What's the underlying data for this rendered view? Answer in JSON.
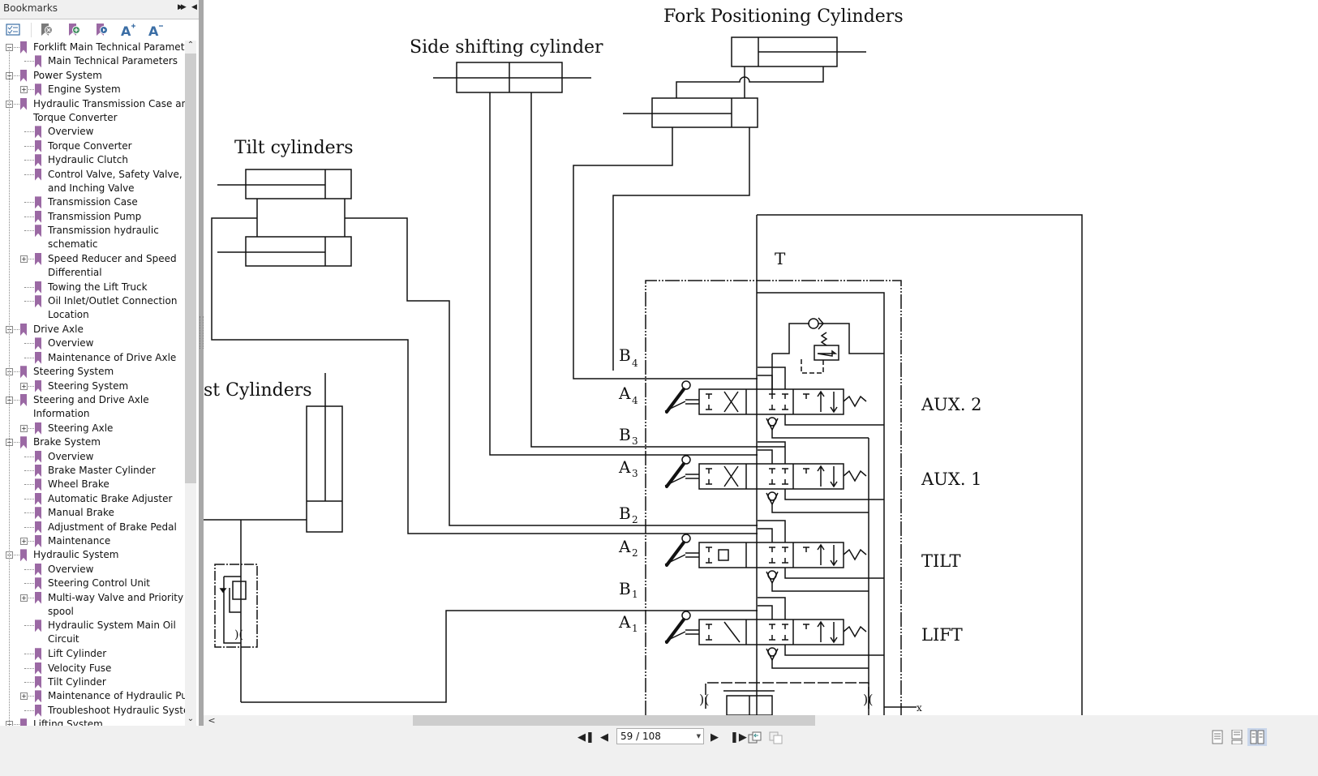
{
  "sidebar": {
    "title": "Bookmarks",
    "expand_icon": "double-right-arrow",
    "collapse_icon": "left-triangle",
    "toolbar": [
      {
        "name": "bookmark-options-icon"
      },
      {
        "name": "delete-bookmark-icon"
      },
      {
        "name": "add-bookmark-icon"
      },
      {
        "name": "goto-bookmark-icon"
      },
      {
        "name": "increase-font-icon",
        "label": "A+"
      },
      {
        "name": "decrease-font-icon",
        "label": "A-"
      }
    ],
    "tree": [
      {
        "level": 0,
        "toggle": "-",
        "lines": [
          "Forklift Main Technical Parameters"
        ]
      },
      {
        "level": 1,
        "toggle": "",
        "lines": [
          "Main Technical Parameters"
        ]
      },
      {
        "level": 0,
        "toggle": "-",
        "lines": [
          "Power System"
        ]
      },
      {
        "level": 1,
        "toggle": "+",
        "lines": [
          "Engine System"
        ]
      },
      {
        "level": 0,
        "toggle": "-",
        "lines": [
          "Hydraulic Transmission Case and",
          "Torque Converter"
        ]
      },
      {
        "level": 1,
        "toggle": "",
        "lines": [
          "Overview"
        ]
      },
      {
        "level": 1,
        "toggle": "",
        "lines": [
          "Torque Converter"
        ]
      },
      {
        "level": 1,
        "toggle": "",
        "lines": [
          "Hydraulic Clutch"
        ]
      },
      {
        "level": 1,
        "toggle": "",
        "lines": [
          "Control Valve, Safety Valve,",
          "and Inching Valve"
        ]
      },
      {
        "level": 1,
        "toggle": "",
        "lines": [
          "Transmission Case"
        ]
      },
      {
        "level": 1,
        "toggle": "",
        "lines": [
          "Transmission  Pump"
        ]
      },
      {
        "level": 1,
        "toggle": "",
        "lines": [
          "Transmission hydraulic",
          "schematic"
        ]
      },
      {
        "level": 1,
        "toggle": "+",
        "lines": [
          "Speed Reducer and Speed",
          "Differential"
        ]
      },
      {
        "level": 1,
        "toggle": "",
        "lines": [
          "Towing the Lift Truck"
        ]
      },
      {
        "level": 1,
        "toggle": "",
        "lines": [
          "Oil Inlet/Outlet Connection",
          "Location"
        ]
      },
      {
        "level": 0,
        "toggle": "-",
        "lines": [
          "Drive Axle"
        ]
      },
      {
        "level": 1,
        "toggle": "",
        "lines": [
          "Overview"
        ]
      },
      {
        "level": 1,
        "toggle": "",
        "lines": [
          "Maintenance of Drive Axle"
        ]
      },
      {
        "level": 0,
        "toggle": "-",
        "lines": [
          "Steering System"
        ]
      },
      {
        "level": 1,
        "toggle": "+",
        "lines": [
          "Steering System"
        ]
      },
      {
        "level": 0,
        "toggle": "-",
        "lines": [
          "Steering and Drive Axle",
          "Information"
        ]
      },
      {
        "level": 1,
        "toggle": "+",
        "lines": [
          "Steering Axle"
        ]
      },
      {
        "level": 0,
        "toggle": "-",
        "lines": [
          "Brake System"
        ]
      },
      {
        "level": 1,
        "toggle": "",
        "lines": [
          "Overview"
        ]
      },
      {
        "level": 1,
        "toggle": "",
        "lines": [
          "Brake Master Cylinder"
        ]
      },
      {
        "level": 1,
        "toggle": "",
        "lines": [
          "Wheel Brake"
        ]
      },
      {
        "level": 1,
        "toggle": "",
        "lines": [
          "Automatic Brake Adjuster"
        ]
      },
      {
        "level": 1,
        "toggle": "",
        "lines": [
          "Manual  Brake"
        ]
      },
      {
        "level": 1,
        "toggle": "",
        "lines": [
          "Adjustment of Brake Pedal"
        ]
      },
      {
        "level": 1,
        "toggle": "+",
        "lines": [
          "Maintenance"
        ]
      },
      {
        "level": 0,
        "toggle": "-",
        "lines": [
          "Hydraulic System"
        ]
      },
      {
        "level": 1,
        "toggle": "",
        "lines": [
          "Overview"
        ]
      },
      {
        "level": 1,
        "toggle": "",
        "lines": [
          "Steering Control Unit"
        ]
      },
      {
        "level": 1,
        "toggle": "+",
        "lines": [
          "Multi-way Valve and Priority",
          "spool"
        ]
      },
      {
        "level": 1,
        "toggle": "",
        "lines": [
          "Hydraulic System Main Oil",
          "Circuit"
        ]
      },
      {
        "level": 1,
        "toggle": "",
        "lines": [
          "Lift Cylinder"
        ]
      },
      {
        "level": 1,
        "toggle": "",
        "lines": [
          "Velocity Fuse"
        ]
      },
      {
        "level": 1,
        "toggle": "",
        "lines": [
          "Tilt Cylinder"
        ]
      },
      {
        "level": 1,
        "toggle": "+",
        "lines": [
          "Maintenance of Hydraulic Pump"
        ]
      },
      {
        "level": 1,
        "toggle": "",
        "lines": [
          "Troubleshoot Hydraulic System"
        ]
      },
      {
        "level": 0,
        "toggle": "-",
        "lines": [
          "Lifting System"
        ]
      }
    ]
  },
  "document": {
    "labels": {
      "fork_positioning": "Fork Positioning Cylinders",
      "side_shifting": "Side shifting cylinder",
      "tilt_cylinders": "Tilt cylinders",
      "mast_cylinders": "st Cylinders",
      "tank": "T",
      "b4": "B",
      "b4_sub": "4",
      "a4": "A",
      "a4_sub": "4",
      "b3": "B",
      "b3_sub": "3",
      "a3": "A",
      "a3_sub": "3",
      "b2": "B",
      "b2_sub": "2",
      "a2": "A",
      "a2_sub": "2",
      "b1": "B",
      "b1_sub": "1",
      "a1": "A",
      "a1_sub": "1",
      "aux2": "AUX. 2",
      "aux1": "AUX. 1",
      "tilt": "TILT",
      "lift": "LIFT"
    }
  },
  "statusbar": {
    "page_display": "59 / 108",
    "current_page": 59,
    "total_pages": 108,
    "buttons": [
      "first-page",
      "previous-page",
      "next-page",
      "last-page",
      "previous-view",
      "next-view"
    ],
    "view_modes": [
      "single-page",
      "continuous",
      "facing"
    ],
    "active_view_mode": "facing"
  }
}
